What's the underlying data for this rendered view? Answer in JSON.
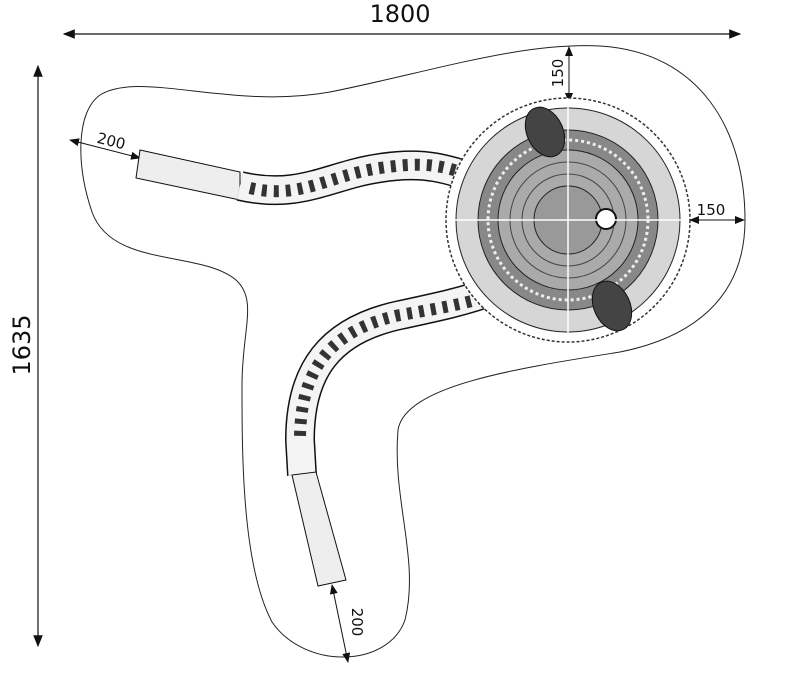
{
  "dimensions": {
    "width_label": "1800",
    "height_label": "1635",
    "upper_slide_clearance": "200",
    "lower_slide_clearance": "200",
    "tower_top_clearance": "150",
    "tower_right_clearance": "150"
  },
  "colors": {
    "line": "#111111",
    "tube_fill": "#f2f2f2",
    "tower_dark": "#555555"
  }
}
